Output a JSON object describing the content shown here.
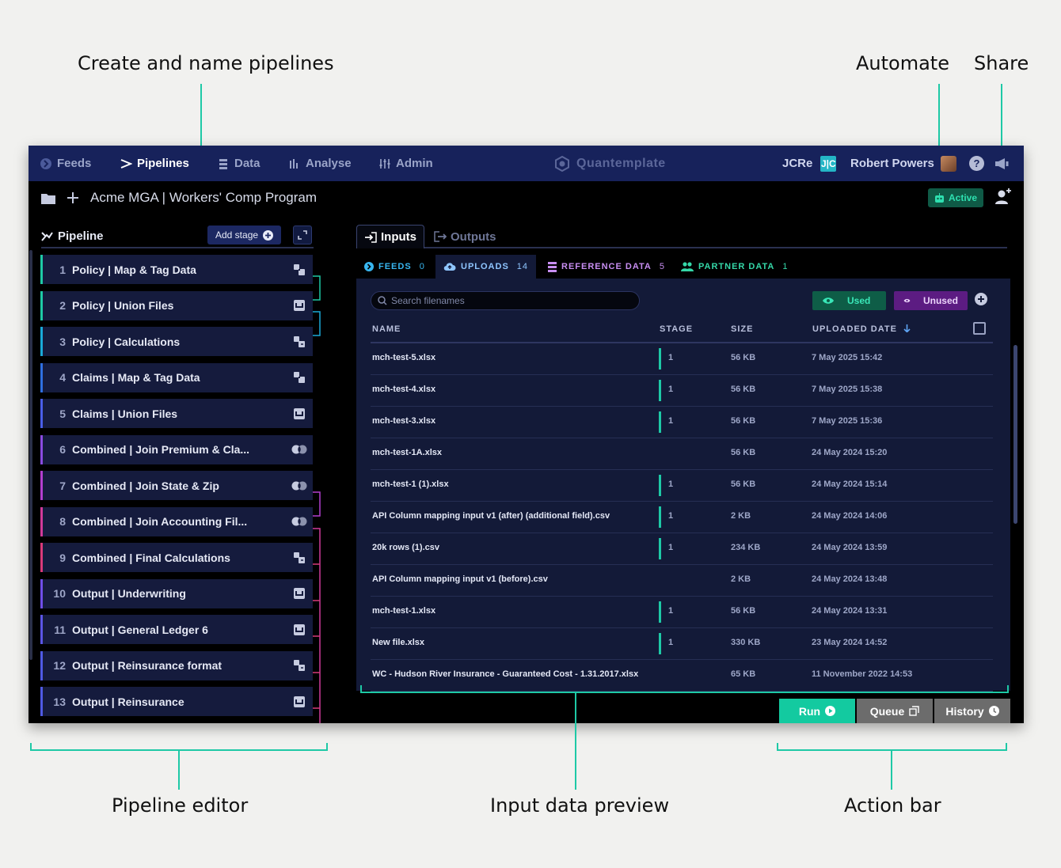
{
  "callouts": {
    "create": "Create and name pipelines",
    "automate": "Automate",
    "share": "Share",
    "pipeline_editor": "Pipeline editor",
    "input_preview": "Input data preview",
    "action_bar": "Action bar"
  },
  "nav": {
    "items": [
      {
        "label": "Feeds",
        "icon": "feeds-icon"
      },
      {
        "label": "Pipelines",
        "icon": "pipelines-icon",
        "active": true
      },
      {
        "label": "Data",
        "icon": "data-icon"
      },
      {
        "label": "Analyse",
        "icon": "analyse-icon"
      },
      {
        "label": "Admin",
        "icon": "admin-icon"
      }
    ],
    "brand": "Quantemplate",
    "tenant": "JCRe",
    "tenant_badge": "J|C",
    "user": "Robert Powers",
    "help": "?"
  },
  "breadcrumb": {
    "title": "Acme MGA | Workers' Comp Program"
  },
  "automation_status": "Active",
  "pipeline": {
    "title": "Pipeline",
    "add_stage": "Add stage",
    "stages": [
      {
        "num": "1",
        "label": "Policy | Map & Tag Data",
        "icon": "map-tag-icon",
        "color": "#1ec9a6"
      },
      {
        "num": "2",
        "label": "Policy | Union Files",
        "icon": "union-icon",
        "color": "#1ec9a6"
      },
      {
        "num": "3",
        "label": "Policy | Calculations",
        "icon": "calculations-icon",
        "color": "#1aa9d8"
      },
      {
        "num": "4",
        "label": "Claims | Map & Tag Data",
        "icon": "map-tag-icon",
        "color": "#2f6fe0"
      },
      {
        "num": "5",
        "label": "Claims | Union Files",
        "icon": "union-icon",
        "color": "#4a5ee8"
      },
      {
        "num": "6",
        "label": "Combined | Join Premium & Cla...",
        "icon": "join-icon",
        "color": "#8a4be0"
      },
      {
        "num": "7",
        "label": "Combined | Join State & Zip",
        "icon": "join-icon",
        "color": "#b23fcf"
      },
      {
        "num": "8",
        "label": "Combined | Join Accounting Fil...",
        "icon": "join-icon",
        "color": "#d03a9a"
      },
      {
        "num": "9",
        "label": "Combined | Final Calculations",
        "icon": "calculations-icon",
        "color": "#d83a7a"
      },
      {
        "num": "10",
        "label": "Output | Underwriting",
        "icon": "union-icon",
        "color": "#6f4ee8"
      },
      {
        "num": "11",
        "label": "Output | General Ledger 6",
        "icon": "union-icon",
        "color": "#5b55e6"
      },
      {
        "num": "12",
        "label": "Output | Reinsurance format",
        "icon": "calculations-icon",
        "color": "#4f5ae4"
      },
      {
        "num": "13",
        "label": "Output | Reinsurance",
        "icon": "union-icon",
        "color": "#4f5ae4"
      }
    ]
  },
  "io_tabs": {
    "inputs": "Inputs",
    "outputs": "Outputs"
  },
  "sources": [
    {
      "label": "FEEDS",
      "count": "0",
      "color": "#38b6f0"
    },
    {
      "label": "UPLOADS",
      "count": "14",
      "color": "#8fc6ff",
      "active": true
    },
    {
      "label": "REFERENCE DATA",
      "count": "5",
      "color": "#c88ef2"
    },
    {
      "label": "PARTNER DATA",
      "count": "1",
      "color": "#35d7a8"
    }
  ],
  "panel": {
    "search_placeholder": "Search filenames",
    "filter_used": "Used",
    "filter_unused": "Unused",
    "columns": {
      "name": "NAME",
      "stage": "STAGE",
      "size": "SIZE",
      "uploaded": "UPLOADED DATE"
    },
    "rows": [
      {
        "name": "mch-test-5.xlsx",
        "stage": "1",
        "size": "56 KB",
        "date": "7 May 2025 15:42"
      },
      {
        "name": "mch-test-4.xlsx",
        "stage": "1",
        "size": "56 KB",
        "date": "7 May 2025 15:38"
      },
      {
        "name": "mch-test-3.xlsx",
        "stage": "1",
        "size": "56 KB",
        "date": "7 May 2025 15:36"
      },
      {
        "name": "mch-test-1A.xlsx",
        "stage": "",
        "size": "56 KB",
        "date": "24 May 2024 15:20"
      },
      {
        "name": "mch-test-1 (1).xlsx",
        "stage": "1",
        "size": "56 KB",
        "date": "24 May 2024 15:14"
      },
      {
        "name": "API Column mapping input v1 (after) (additional field).csv",
        "stage": "1",
        "size": "2 KB",
        "date": "24 May 2024 14:06"
      },
      {
        "name": "20k rows (1).csv",
        "stage": "1",
        "size": "234 KB",
        "date": "24 May 2024 13:59"
      },
      {
        "name": "API Column mapping input v1 (before).csv",
        "stage": "",
        "size": "2 KB",
        "date": "24 May 2024 13:48"
      },
      {
        "name": "mch-test-1.xlsx",
        "stage": "1",
        "size": "56 KB",
        "date": "24 May 2024 13:31"
      },
      {
        "name": "New file.xlsx",
        "stage": "1",
        "size": "330 KB",
        "date": "23 May 2024 14:52"
      },
      {
        "name": "WC - Hudson River Insurance - Guaranteed Cost - 1.31.2017.xlsx",
        "stage": "",
        "size": "65 KB",
        "date": "11 November 2022 14:53"
      }
    ]
  },
  "actions": {
    "run": "Run",
    "queue": "Queue",
    "history": "History"
  }
}
